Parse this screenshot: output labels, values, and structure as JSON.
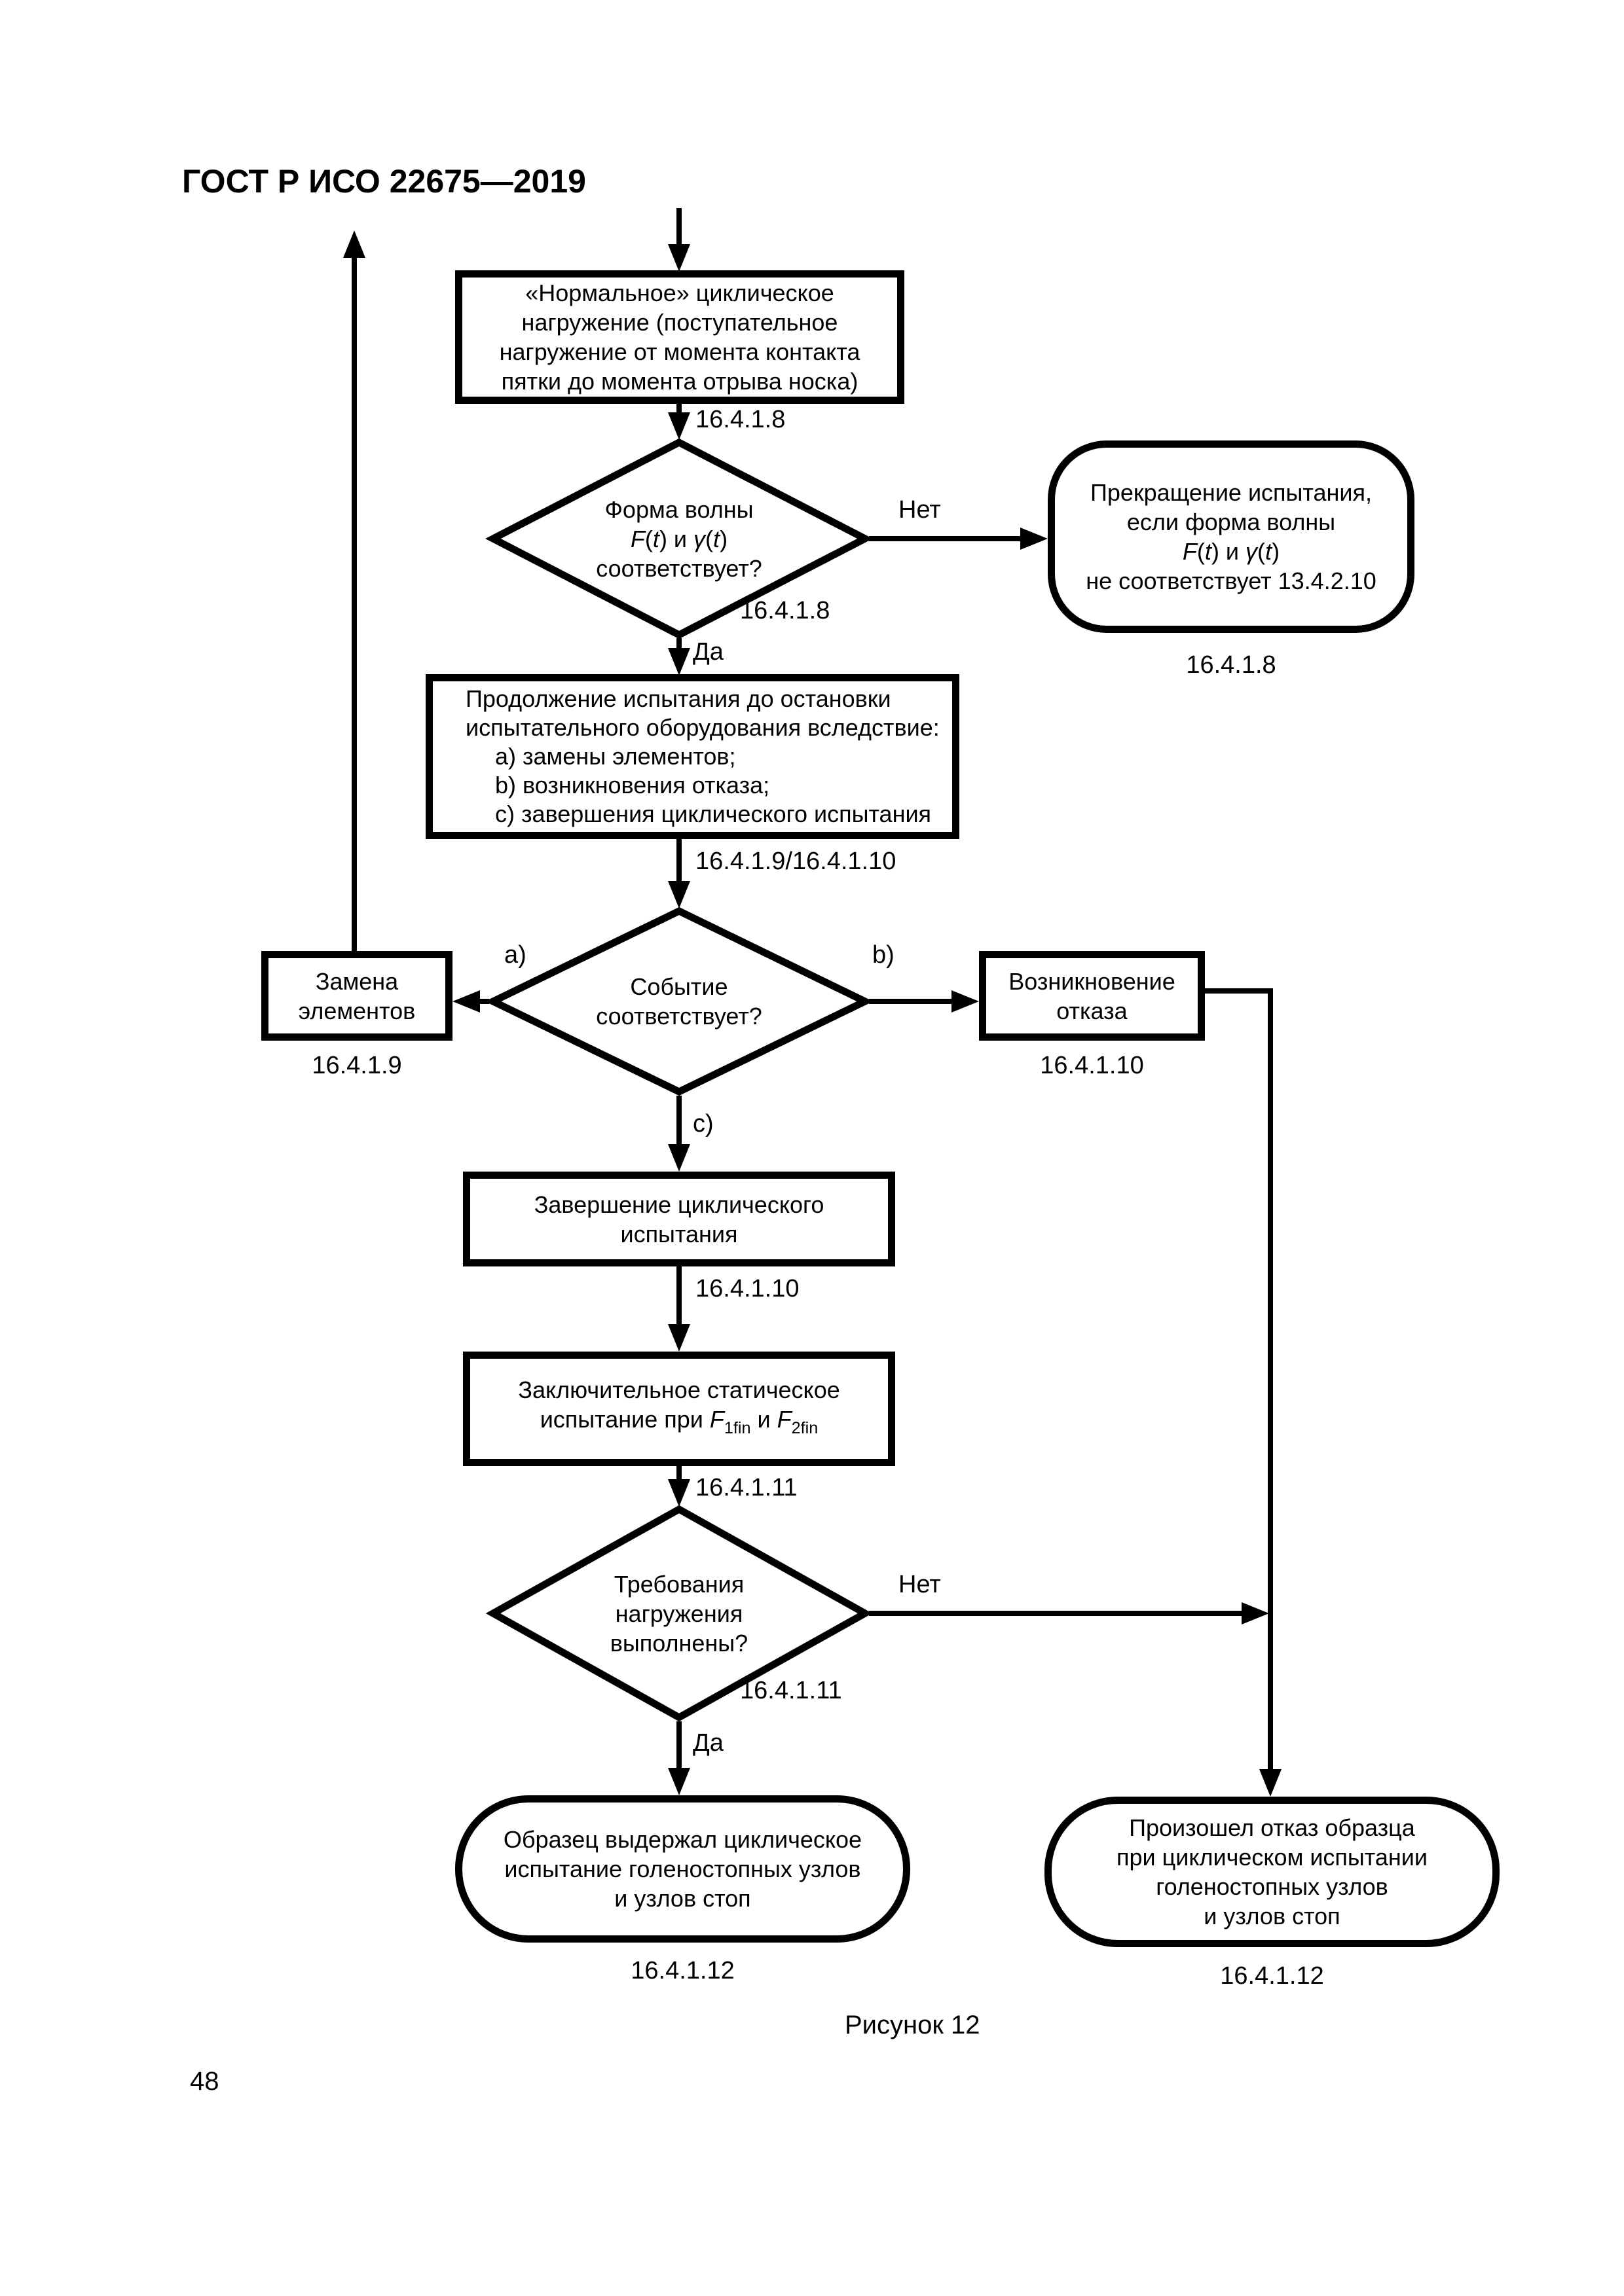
{
  "page": {
    "header": "ГОСТ Р ИСО 22675—2019",
    "caption": "Рисунок 12",
    "page_number": "48"
  },
  "colors": {
    "ink": "#000000",
    "paper": "#ffffff"
  },
  "nodes": {
    "start_box": {
      "lines": [
        "«Нормальное» циклическое",
        "нагружение (поступательное",
        "нагружение от момента контакта",
        "пятки до момента отрыва носка)"
      ]
    },
    "wave_decision": {
      "line1": "Форма волны",
      "line2": [
        {
          "t": "F",
          "i": true
        },
        {
          "t": "("
        },
        {
          "t": "t",
          "i": true
        },
        {
          "t": ") и "
        },
        {
          "t": "γ",
          "i": true
        },
        {
          "t": "("
        },
        {
          "t": "t",
          "i": true
        },
        {
          "t": ")"
        }
      ],
      "line3": "соответствует?"
    },
    "stop_terminal": {
      "line1": "Прекращение испытания,",
      "line2": "если форма волны",
      "line3": [
        {
          "t": "F",
          "i": true
        },
        {
          "t": "("
        },
        {
          "t": "t",
          "i": true
        },
        {
          "t": ") и "
        },
        {
          "t": "γ",
          "i": true
        },
        {
          "t": "("
        },
        {
          "t": "t",
          "i": true
        },
        {
          "t": ")"
        }
      ],
      "line4": "не соответствует 13.4.2.10"
    },
    "continue_box": {
      "line1": "Продолжение испытания до остановки",
      "line2": "испытательного оборудования вследствие:",
      "item_a": "a) замены элементов;",
      "item_b": "b) возникновения отказа;",
      "item_c": "c) завершения циклического испытания"
    },
    "event_decision": {
      "line1": "Событие",
      "line2": "соответствует?"
    },
    "replace_box": {
      "line1": "Замена",
      "line2": "элементов"
    },
    "failure_box": {
      "line1": "Возникновение",
      "line2": "отказа"
    },
    "complete_box": {
      "line1": "Завершение циклического",
      "line2": "испытания"
    },
    "final_static_box": {
      "line1": "Заключительное статическое",
      "line2": [
        {
          "t": "испытание при "
        },
        {
          "t": "F",
          "i": true
        },
        {
          "t": "1fin",
          "sub": true
        },
        {
          "t": " и "
        },
        {
          "t": "F",
          "i": true
        },
        {
          "t": "2fin",
          "sub": true
        }
      ]
    },
    "load_decision": {
      "line1": "Требования",
      "line2": "нагружения",
      "line3": "выполнены?"
    },
    "pass_terminal": {
      "lines": [
        "Образец выдержал циклическое",
        "испытание голеностопных узлов",
        "и узлов стоп"
      ]
    },
    "fail_terminal": {
      "lines": [
        "Произошел отказ образца",
        "при циклическом испытании",
        "голеностопных узлов",
        "и узлов стоп"
      ]
    }
  },
  "edge_labels": {
    "ref_16418_top": "16.4.1.8",
    "no1": "Нет",
    "ref_16418_terminal": "16.4.1.8",
    "ref_16418_diamond": "16.4.1.8",
    "yes1": "Да",
    "ref_16419_164110": "16.4.1.9/16.4.1.10",
    "a": "a)",
    "b": "b)",
    "c": "c)",
    "ref_16419": "16.4.1.9",
    "ref_164110_box": "16.4.1.10",
    "ref_164110_mid": "16.4.1.10",
    "ref_164111_top": "16.4.1.11",
    "no2": "Нет",
    "ref_164111_diamond": "16.4.1.11",
    "yes2": "Да",
    "ref_164112_left": "16.4.1.12",
    "ref_164112_right": "16.4.1.12"
  }
}
